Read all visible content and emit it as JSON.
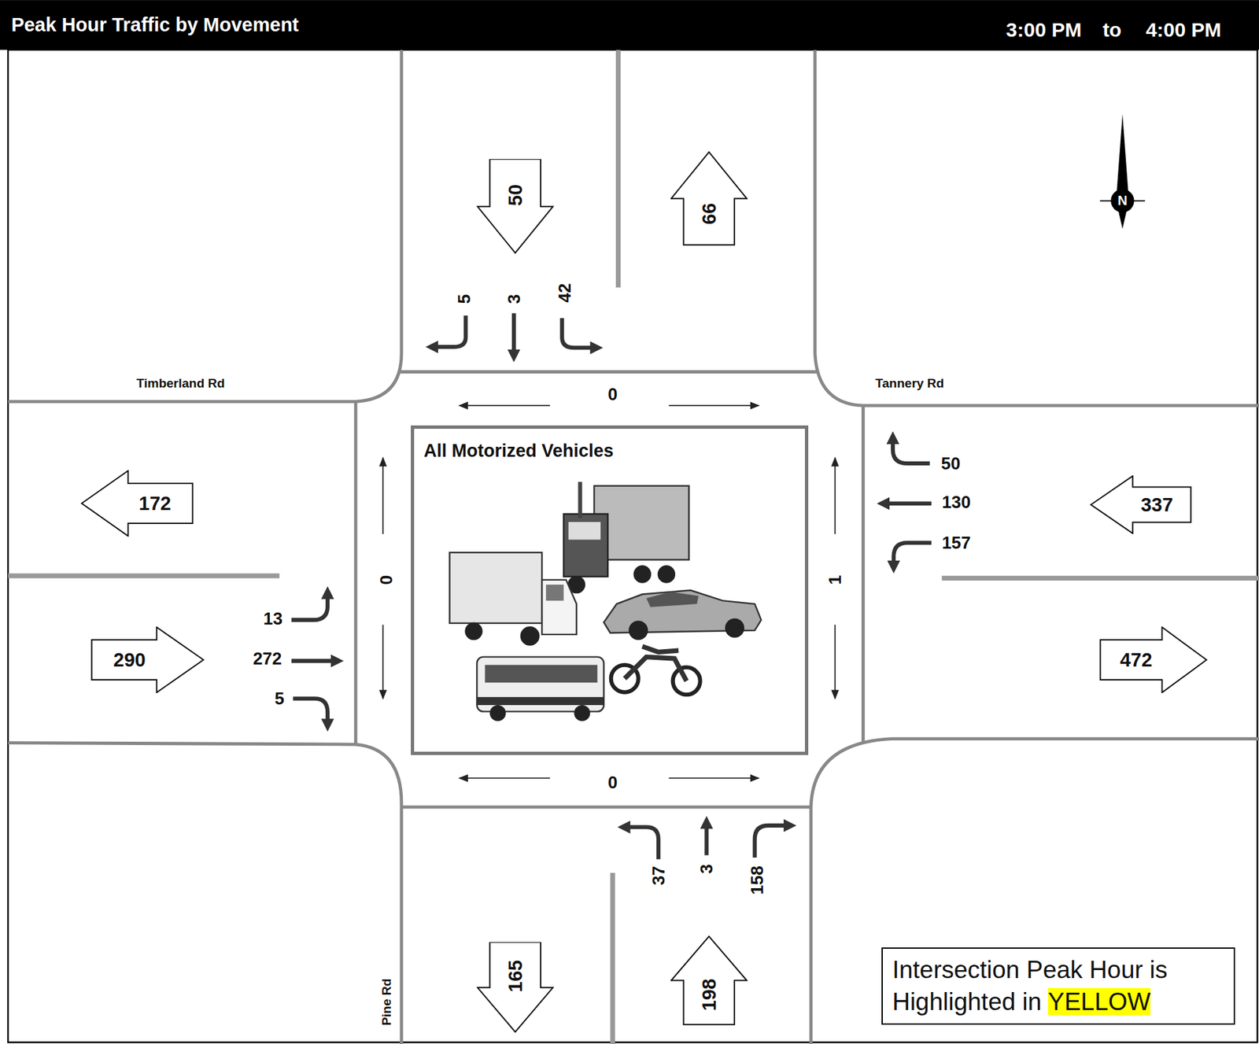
{
  "diagram": {
    "title": "Peak Hour Traffic by Movement",
    "nodes": [
      {
        "text": [
          "50"
        ]
      },
      {
        "text": [
          "66"
        ]
      },
      {
        "text": [
          "172"
        ]
      },
      {
        "text": [
          "337"
        ]
      },
      {
        "text": [
          "All Motorized Vehicles"
        ]
      },
      {
        "text": [
          "290"
        ]
      },
      {
        "text": [
          "472"
        ]
      },
      {
        "text": [
          "165"
        ]
      },
      {
        "text": [
          "198"
        ]
      },
      {
        "text": [
          "Intersection Peak Hour is Highlighted in",
          "YELLOW"
        ]
      }
    ],
    "labels": [
      "3:00 PM",
      "to",
      "4:00 PM",
      "N",
      "Timberland Rd",
      "Tannery Rd",
      "5",
      "3",
      "42",
      "0",
      "50",
      "130",
      "157",
      "1",
      "13",
      "272",
      "5",
      "0",
      "37",
      "3",
      "158",
      "0",
      "Pine Rd"
    ]
  }
}
